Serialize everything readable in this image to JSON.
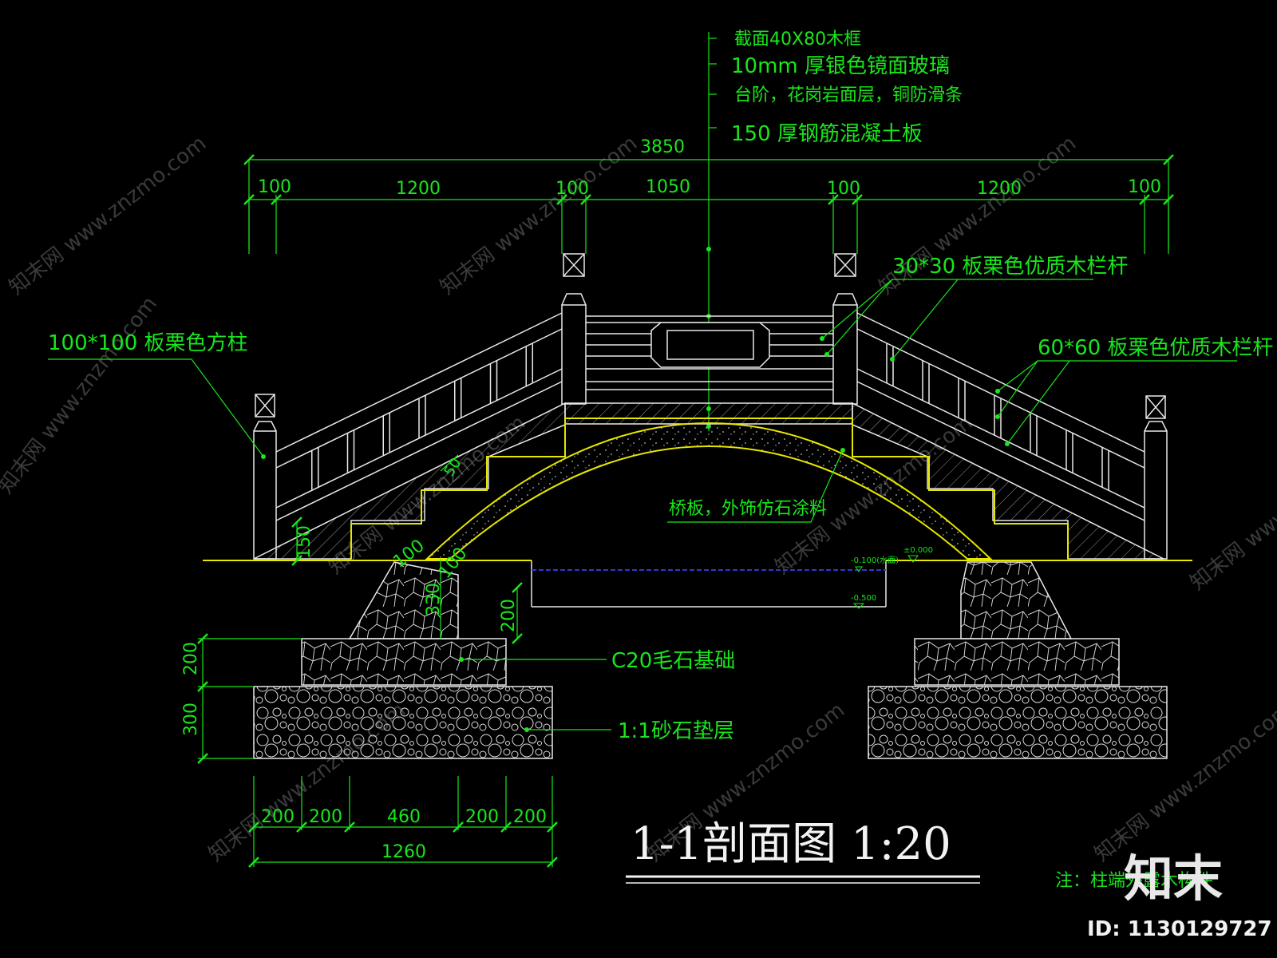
{
  "drawing": {
    "title": "1-1剖面图 1:20",
    "note": "注：柱端外露木构件",
    "logo": "知末",
    "id_label": "ID: 1130129727",
    "watermark": "知末网 www.znzmo.com"
  },
  "top_callouts": [
    "截面40X80木框",
    "10mm 厚银色镜面玻璃",
    "台阶，花岗岩面层，铜防滑条",
    "150 厚钢筋混凝土板"
  ],
  "side_callouts": {
    "post": "100*100 板栗色方柱",
    "rail_small": "30*30 板栗色优质木栏杆",
    "rail_large": "60*60 板栗色优质木栏杆",
    "deck": "桥板，外饰仿石涂料",
    "foundation": "C20毛石基础",
    "cushion": "1:1砂石垫层"
  },
  "dimensions": {
    "overall": "3850",
    "top_segments": [
      "100",
      "1200",
      "100",
      "1050",
      "100",
      "1200",
      "100"
    ],
    "bottom_segments": [
      "200",
      "200",
      "460",
      "200",
      "200"
    ],
    "bottom_total": "1260",
    "left_vertical": [
      "200",
      "300"
    ],
    "step_height": "150",
    "misc": [
      "100",
      "100",
      "330",
      "200",
      "50"
    ]
  },
  "levels": {
    "water": "-0.100(水面)",
    "zero": "±0.000",
    "bottom": "-0.500"
  },
  "colors": {
    "line_green": "#19e61b",
    "line_white": "#e8e8e8",
    "line_yellow": "#e6e600",
    "water_blue": "#3535d0",
    "background": "#000000"
  }
}
